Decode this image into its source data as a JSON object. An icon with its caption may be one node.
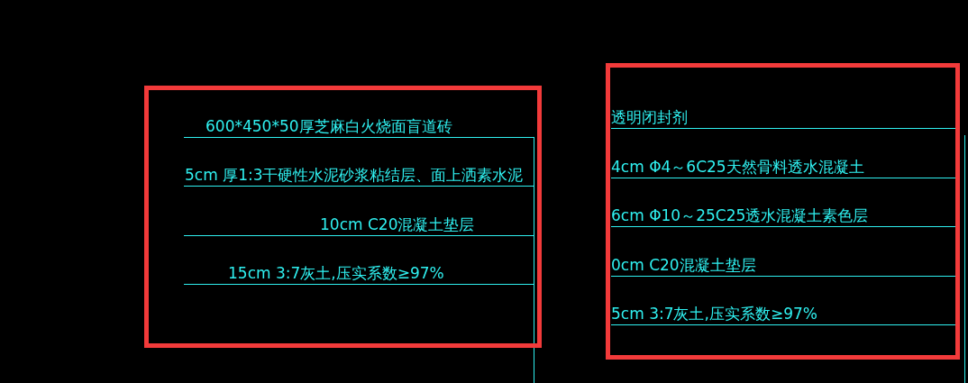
{
  "diagram": {
    "nodes": [
      {
        "text": [
          "600*450*50厚芝麻白火烧面盲道砖",
          "5cm 厚1:3干硬性水泥砂浆粘结层、面上洒素水泥",
          "10cm C20混凝土垫层",
          "15cm 3:7灰土,压实系数≥97%"
        ]
      },
      {
        "text": [
          "透明闭封剂",
          "4cm Φ4～6C25天然骨料透水混凝土",
          "6cm Φ10～25C25透水混凝土素色层",
          "0cm C20混凝土垫层",
          "5cm 3:7灰土,压实系数≥97%"
        ]
      }
    ]
  }
}
